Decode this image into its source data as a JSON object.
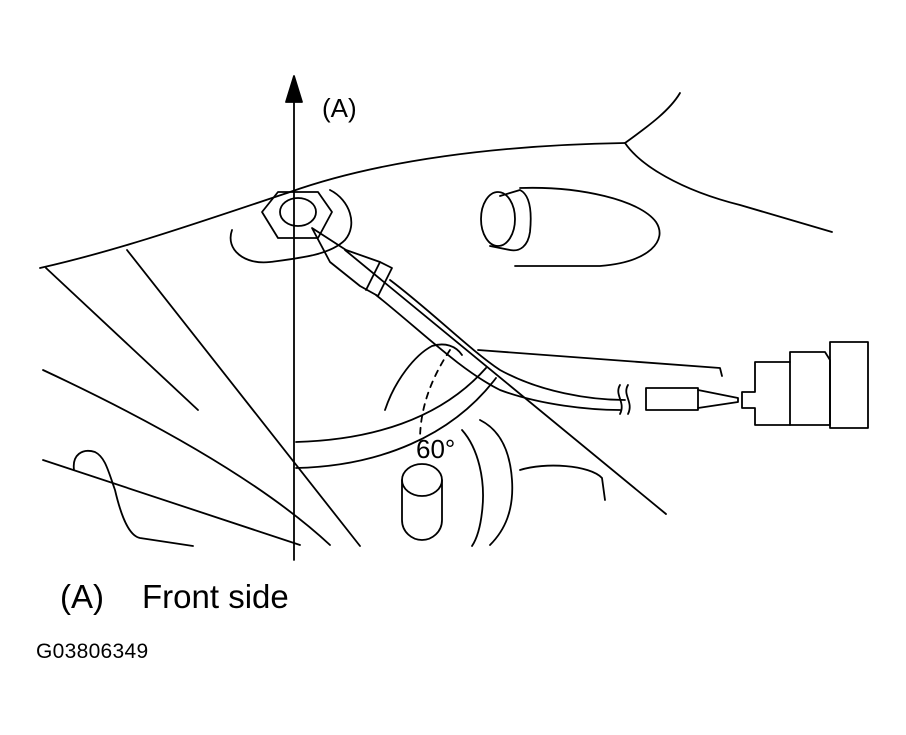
{
  "diagram": {
    "arrow_label": "(A)",
    "angle_label": "60°",
    "legend": {
      "key": "(A)",
      "text": "Front side"
    },
    "figure_id": "G03806349"
  }
}
